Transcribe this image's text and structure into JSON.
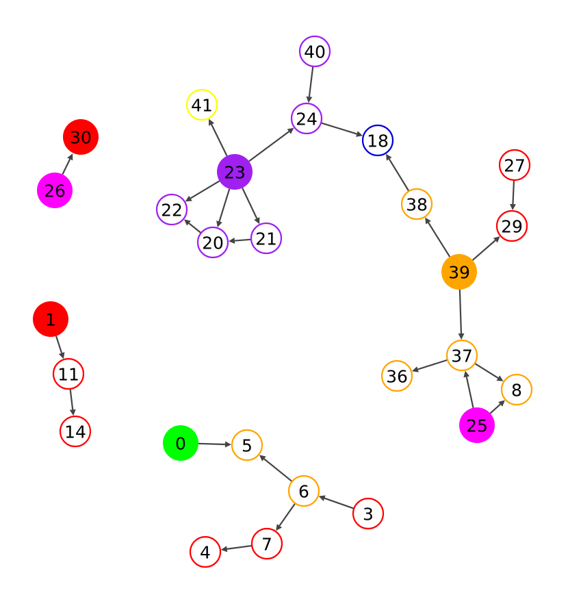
{
  "graph": {
    "colors": {
      "red": "#ff0000",
      "green": "#00ff00",
      "orange": "#ffa500",
      "purple": "#a020f0",
      "magenta": "#ff00ff",
      "yellow": "#ffff00",
      "blue": "#0000dd",
      "edge": "#444444"
    },
    "nodes": [
      {
        "id": "0",
        "label": "0",
        "color": "green",
        "filled": true
      },
      {
        "id": "1",
        "label": "1",
        "color": "red",
        "filled": true
      },
      {
        "id": "3",
        "label": "3",
        "color": "red",
        "filled": false
      },
      {
        "id": "4",
        "label": "4",
        "color": "red",
        "filled": false
      },
      {
        "id": "5",
        "label": "5",
        "color": "orange",
        "filled": false
      },
      {
        "id": "6",
        "label": "6",
        "color": "orange",
        "filled": false
      },
      {
        "id": "7",
        "label": "7",
        "color": "red",
        "filled": false
      },
      {
        "id": "8",
        "label": "8",
        "color": "orange",
        "filled": false
      },
      {
        "id": "11",
        "label": "11",
        "color": "red",
        "filled": false
      },
      {
        "id": "14",
        "label": "14",
        "color": "red",
        "filled": false
      },
      {
        "id": "18",
        "label": "18",
        "color": "blue",
        "filled": false
      },
      {
        "id": "20",
        "label": "20",
        "color": "purple",
        "filled": false
      },
      {
        "id": "21",
        "label": "21",
        "color": "purple",
        "filled": false
      },
      {
        "id": "22",
        "label": "22",
        "color": "purple",
        "filled": false
      },
      {
        "id": "23",
        "label": "23",
        "color": "purple",
        "filled": true
      },
      {
        "id": "24",
        "label": "24",
        "color": "purple",
        "filled": false
      },
      {
        "id": "25",
        "label": "25",
        "color": "magenta",
        "filled": true
      },
      {
        "id": "26",
        "label": "26",
        "color": "magenta",
        "filled": true
      },
      {
        "id": "27",
        "label": "27",
        "color": "red",
        "filled": false
      },
      {
        "id": "29",
        "label": "29",
        "color": "red",
        "filled": false
      },
      {
        "id": "30",
        "label": "30",
        "color": "red",
        "filled": true
      },
      {
        "id": "36",
        "label": "36",
        "color": "orange",
        "filled": false
      },
      {
        "id": "37",
        "label": "37",
        "color": "orange",
        "filled": false
      },
      {
        "id": "38",
        "label": "38",
        "color": "orange",
        "filled": false
      },
      {
        "id": "39",
        "label": "39",
        "color": "orange",
        "filled": true
      },
      {
        "id": "40",
        "label": "40",
        "color": "purple",
        "filled": false
      },
      {
        "id": "41",
        "label": "41",
        "color": "yellow",
        "filled": false
      }
    ],
    "edges": [
      {
        "from": "26",
        "to": "30"
      },
      {
        "from": "1",
        "to": "11"
      },
      {
        "from": "11",
        "to": "14"
      },
      {
        "from": "0",
        "to": "5"
      },
      {
        "from": "6",
        "to": "5"
      },
      {
        "from": "3",
        "to": "6"
      },
      {
        "from": "6",
        "to": "7"
      },
      {
        "from": "7",
        "to": "4"
      },
      {
        "from": "40",
        "to": "24"
      },
      {
        "from": "24",
        "to": "18"
      },
      {
        "from": "23",
        "to": "24"
      },
      {
        "from": "23",
        "to": "41"
      },
      {
        "from": "23",
        "to": "22"
      },
      {
        "from": "23",
        "to": "20"
      },
      {
        "from": "23",
        "to": "21"
      },
      {
        "from": "21",
        "to": "20"
      },
      {
        "from": "20",
        "to": "22"
      },
      {
        "from": "38",
        "to": "18"
      },
      {
        "from": "39",
        "to": "38"
      },
      {
        "from": "39",
        "to": "29"
      },
      {
        "from": "27",
        "to": "29"
      },
      {
        "from": "39",
        "to": "37"
      },
      {
        "from": "37",
        "to": "36"
      },
      {
        "from": "37",
        "to": "8"
      },
      {
        "from": "25",
        "to": "37"
      },
      {
        "from": "25",
        "to": "8"
      }
    ]
  }
}
